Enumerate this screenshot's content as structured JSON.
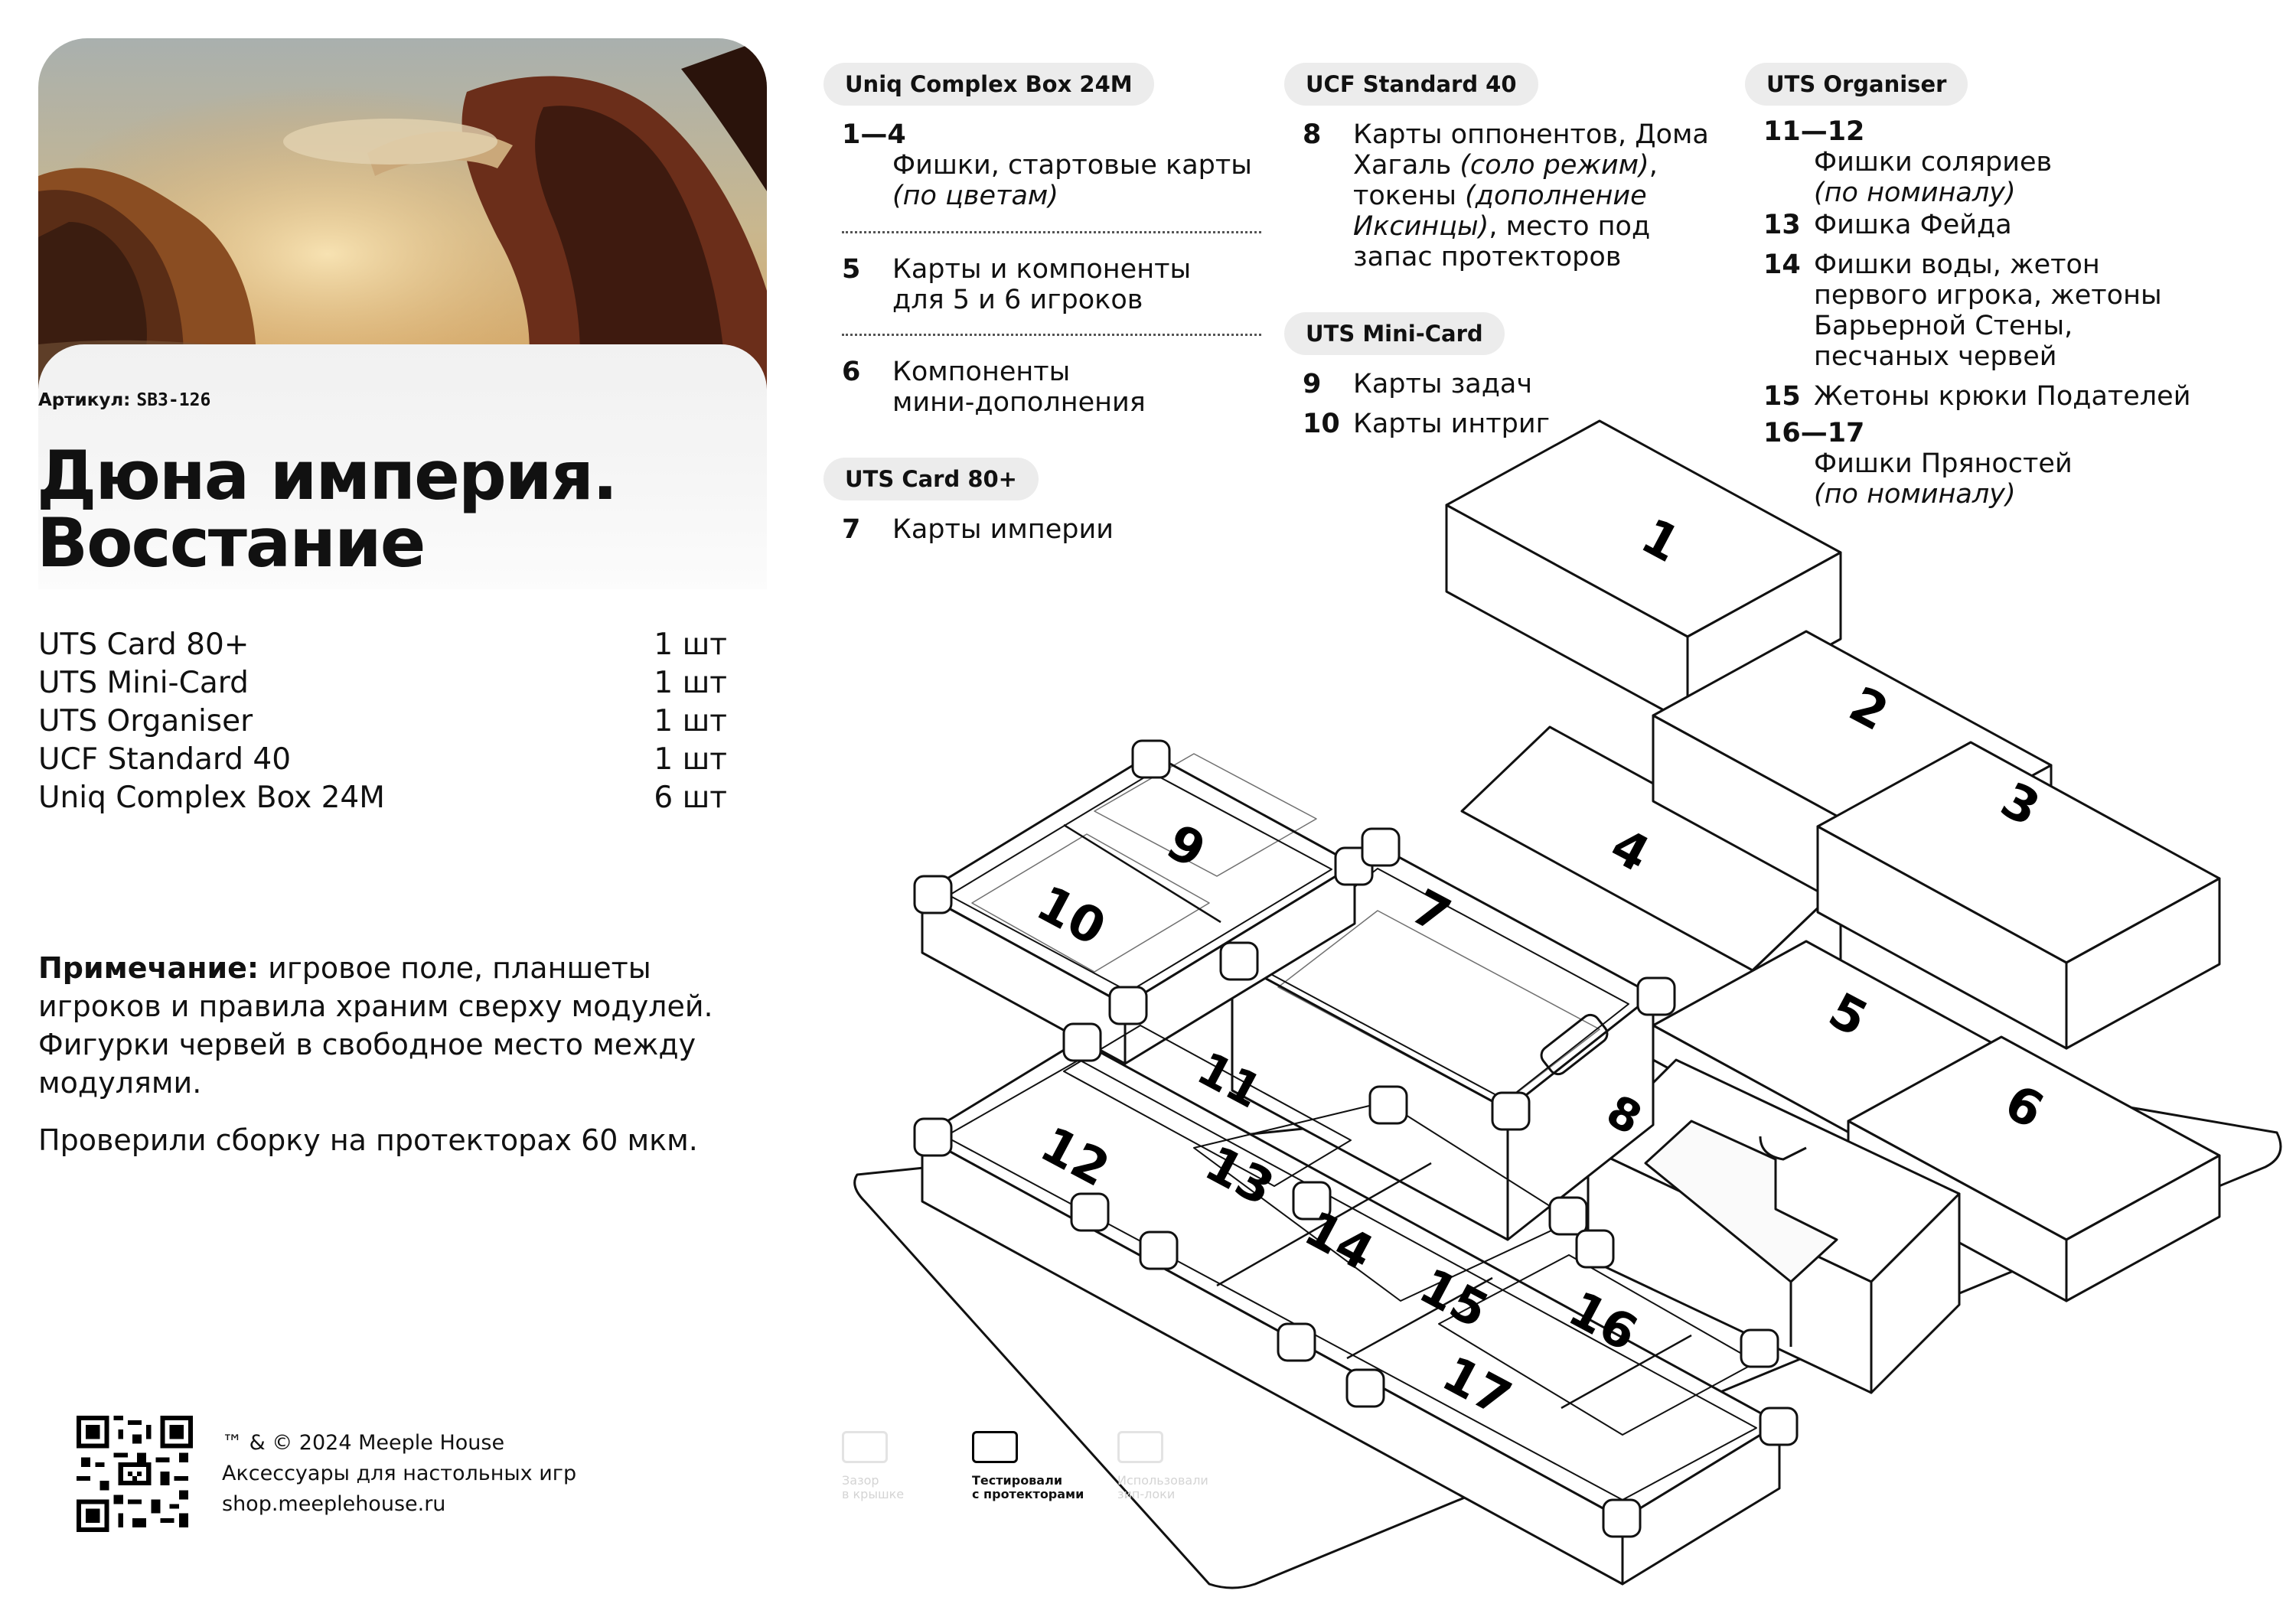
{
  "sku": {
    "label": "Артикул:",
    "code": "SB3-126"
  },
  "title": {
    "line1": "Дюна империя.",
    "line2": "Восстание"
  },
  "parts": [
    {
      "name": "UTS Card 80+",
      "qty": "1 шт"
    },
    {
      "name": "UTS Mini-Card",
      "qty": "1 шт"
    },
    {
      "name": "UTS Organiser",
      "qty": "1 шт"
    },
    {
      "name": "UCF Standard 40",
      "qty": "1 шт"
    },
    {
      "name": "Uniq Complex Box 24M",
      "qty": "6 шт"
    }
  ],
  "note": {
    "label": "Примечание:",
    "text": " игровое поле, планшеты игроков и правила храним сверху модулей. Фигурки червей в свободное место между модулями."
  },
  "note2": "Проверили сборку на протекторах 60 мкм.",
  "footer": {
    "copyright": "™ & © 2024 Meeple House",
    "tagline": "Аксессуары для настольных игр",
    "site": "shop.meeplehouse.ru"
  },
  "groups": {
    "uniq": {
      "name": "Uniq Complex Box 24M",
      "items": [
        {
          "num": "1—4",
          "text": "Фишки, стартовые карты",
          "italic": "(по цветам)"
        },
        {
          "num": "5",
          "text1": "Карты и компоненты",
          "text2": "для 5 и 6 игроков"
        },
        {
          "num": "6",
          "text1": "Компоненты",
          "text2": "мини-дополнения"
        }
      ]
    },
    "card80": {
      "name": "UTS Card 80+",
      "items": [
        {
          "num": "7",
          "text": "Карты империи"
        }
      ]
    },
    "ucf": {
      "name": "UCF Standard 40",
      "items": [
        {
          "num": "8",
          "l1": "Карты оппонентов, Дома",
          "l2a": "Хагаль ",
          "l2i": "(соло режим)",
          "l2b": ",",
          "l3a": "токены ",
          "l3i": "(дополнение",
          "l4i": "Иксинцы)",
          "l4b": ", место под",
          "l5": "запас протекторов"
        }
      ]
    },
    "mini": {
      "name": "UTS Mini-Card",
      "items": [
        {
          "num": "9",
          "text": "Карты задач"
        },
        {
          "num": "10",
          "text": "Карты интриг"
        }
      ]
    },
    "organiser": {
      "name": "UTS Organiser",
      "items": [
        {
          "num": "11—12",
          "text": "Фишки соляриев",
          "italic": "(по номиналу)"
        },
        {
          "num": "13",
          "text": "Фишка Фейда"
        },
        {
          "num": "14",
          "l1": "Фишки воды, жетон",
          "l2": "первого игрока, жетоны",
          "l3": "Барьерной Стены,",
          "l4": "песчаных червей"
        },
        {
          "num": "15",
          "text": "Жетоны крюки Подателей"
        },
        {
          "num": "16—17",
          "text": "Фишки Пряностей",
          "italic": "(по номиналу)"
        }
      ]
    }
  },
  "diagram_labels": [
    "1",
    "2",
    "3",
    "4",
    "5",
    "6",
    "7",
    "8",
    "9",
    "10",
    "11",
    "12",
    "13",
    "14",
    "15",
    "16",
    "17"
  ],
  "legend": [
    {
      "l1": "Зазор",
      "l2": "в крышке",
      "state": "inactive"
    },
    {
      "l1": "Тестировали",
      "l2": "с протекторами",
      "state": "active"
    },
    {
      "l1": "Использовали",
      "l2": "зип-локи",
      "state": "inactive"
    }
  ],
  "colors": {
    "pill": "#ececec",
    "text": "#111111",
    "bg": "#ffffff"
  }
}
